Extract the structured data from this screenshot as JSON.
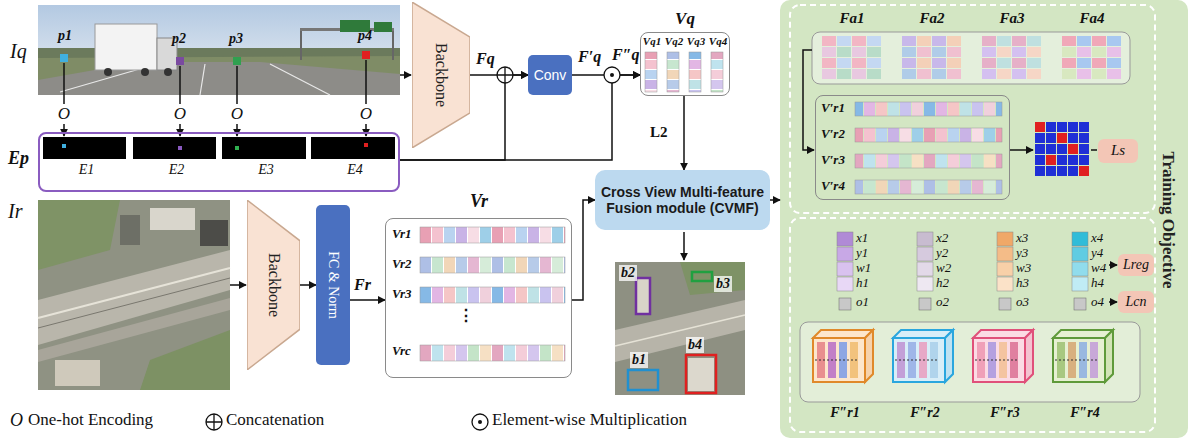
{
  "diagram": {
    "nodes": [
      {
        "text": [
          "Backbone"
        ]
      },
      {
        "text": [
          "Conv"
        ]
      },
      {
        "text": [
          "Vq",
          "Vq1",
          "Vq2",
          "Vq3",
          "Vq4"
        ]
      },
      {
        "text": [
          "Ep",
          "E1",
          "E2",
          "E3",
          "E4"
        ]
      },
      {
        "text": [
          "Backbone"
        ]
      },
      {
        "text": [
          "FC & Norm"
        ]
      },
      {
        "text": [
          "Vr",
          "Vr1",
          "Vr2",
          "Vr3",
          "⋮",
          "Vrc"
        ]
      },
      {
        "text": [
          "Cross View Multi-feature Fusion module (CVMF)"
        ]
      },
      {
        "text": [
          "Training Objective"
        ]
      },
      {
        "text": [
          "V′r1",
          "V′r2",
          "V′r3",
          "V′r4"
        ],
        "in": 8
      },
      {
        "text": [
          "Ls"
        ],
        "in": 8
      },
      {
        "text": [
          "Lreg"
        ],
        "in": 8
      },
      {
        "text": [
          "Lcn"
        ],
        "in": 8
      }
    ],
    "edges": [
      {
        "from": 0,
        "to": 1,
        "arrow": "to"
      },
      {
        "from": 3,
        "to": 1,
        "arrow": "to"
      },
      {
        "from": 1,
        "to": 2,
        "arrow": "to"
      },
      {
        "from": 3,
        "to": 2,
        "arrow": "to"
      },
      {
        "from": 2,
        "to": 7,
        "arrow": "to",
        "label": "L2"
      },
      {
        "from": 4,
        "to": 5,
        "arrow": "to"
      },
      {
        "from": 5,
        "to": 6,
        "arrow": "to"
      },
      {
        "from": 6,
        "to": 7,
        "arrow": "to"
      },
      {
        "from": 7,
        "to": 8,
        "arrow": "to"
      }
    ],
    "labels": [
      "Iq",
      "p1",
      "p2",
      "p3",
      "p4",
      "O",
      "O",
      "O",
      "O",
      "Fq",
      "F′q",
      "F″q",
      "Ir",
      "Fr",
      "Fa1",
      "Fa2",
      "Fa3",
      "Fa4",
      "x1",
      "y1",
      "w1",
      "h1",
      "o1",
      "x2",
      "y2",
      "w2",
      "h2",
      "o2",
      "x3",
      "y3",
      "w3",
      "h3",
      "o3",
      "x4",
      "y4",
      "w4",
      "h4",
      "o4",
      "F″r1",
      "F″r2",
      "F″r3",
      "F″r4",
      "b1",
      "b2",
      "b3",
      "b4",
      "O"
    ],
    "legend": [
      {
        "text": "One-hot Encoding"
      },
      {
        "text": "Concatenation"
      },
      {
        "text": "Element-wise Multiplication"
      }
    ]
  }
}
